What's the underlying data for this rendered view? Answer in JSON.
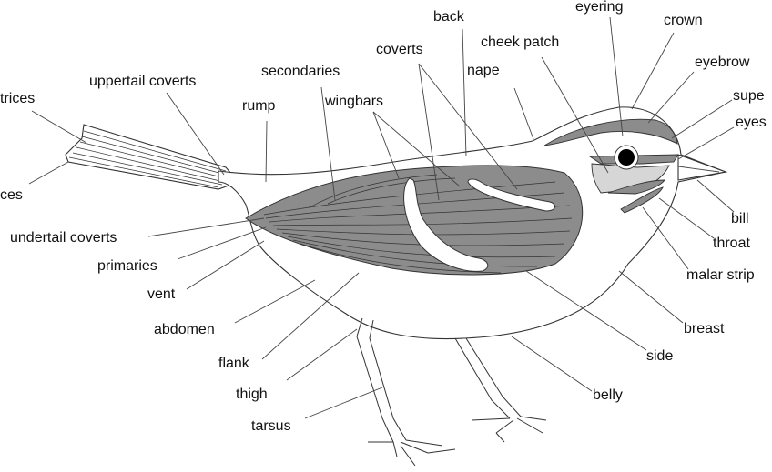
{
  "labels": {
    "rectrices": "trices",
    "coverts_left": "ces",
    "uppertail_coverts": "uppertail coverts",
    "rump": "rump",
    "secondaries": "secondaries",
    "wingbars": "wingbars",
    "coverts": "coverts",
    "back": "back",
    "nape": "nape",
    "cheek_patch": "cheek patch",
    "eyering": "eyering",
    "crown": "crown",
    "eyebrow": "eyebrow",
    "supercilium": "supe",
    "eyestripe": "eyes",
    "bill": "bill",
    "throat": "throat",
    "malar_strip": "malar strip",
    "breast": "breast",
    "side": "side",
    "belly": "belly",
    "undertail_coverts": "undertail coverts",
    "primaries": "primaries",
    "vent": "vent",
    "abdomen": "abdomen",
    "flank": "flank",
    "thigh": "thigh",
    "tarsus": "tarsus"
  }
}
